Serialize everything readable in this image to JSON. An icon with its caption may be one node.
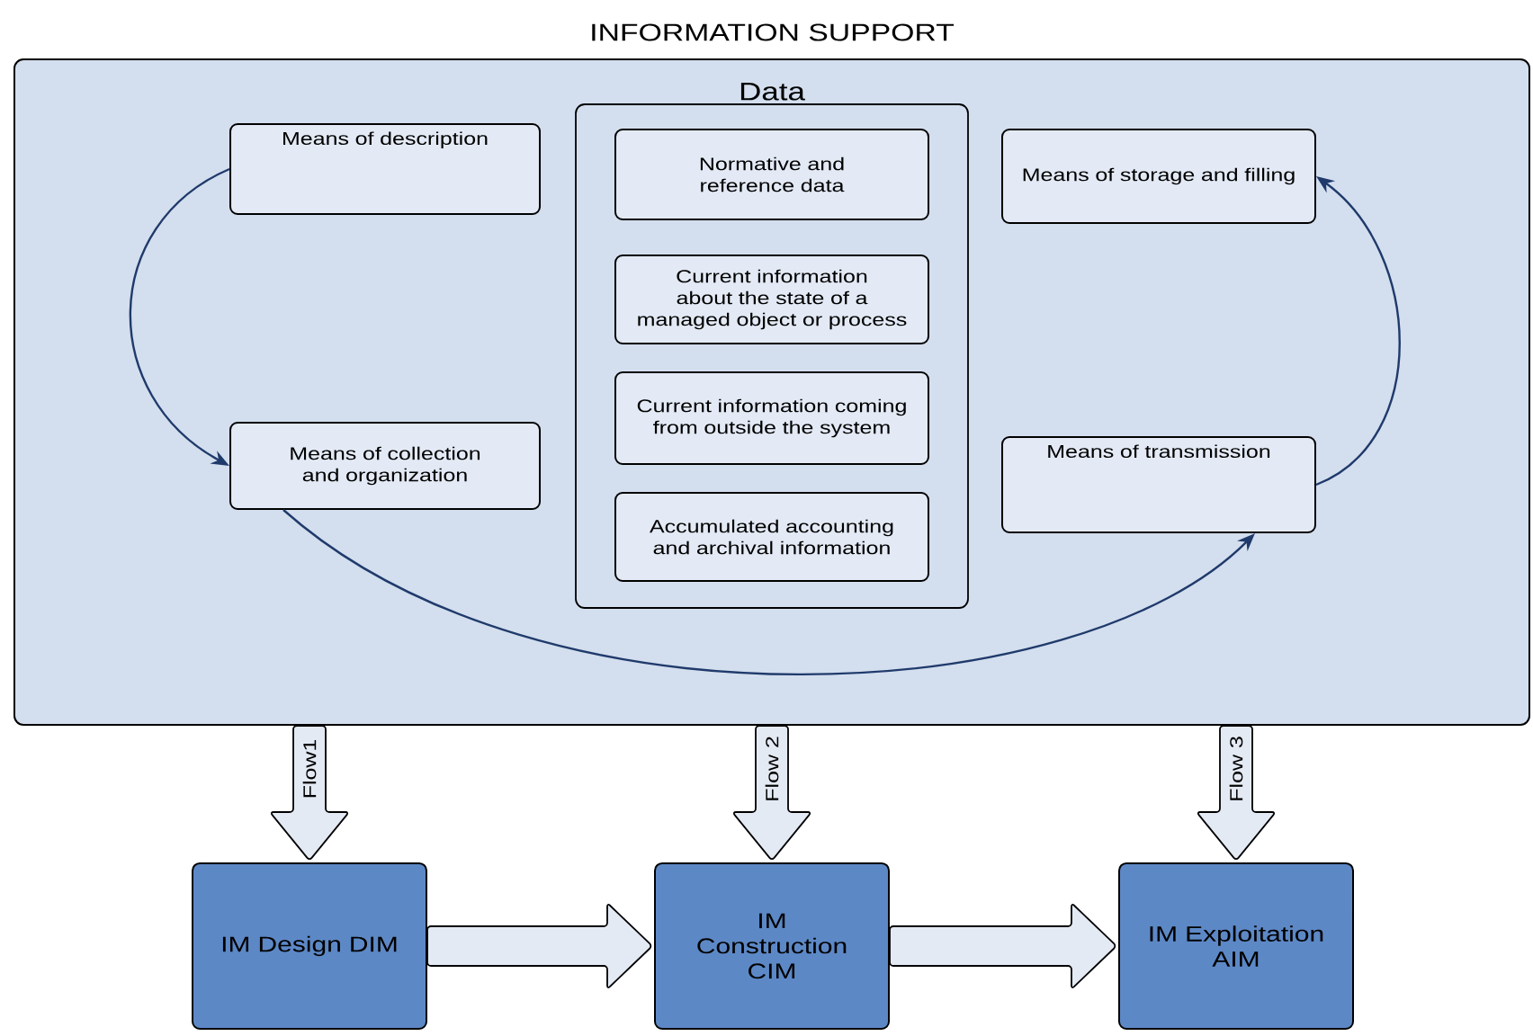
{
  "diagram": {
    "nodes": [
      {
        "text": [
          "INFORMATION SUPPORT"
        ]
      },
      {
        "text": [
          "Means of description"
        ],
        "in": 0
      },
      {
        "text": [
          "Data"
        ],
        "in": 0
      },
      {
        "text": [
          "Normative and reference data"
        ],
        "in": 2
      },
      {
        "text": [
          "Current information about the state of a managed object or process"
        ],
        "in": 2
      },
      {
        "text": [
          "Current information coming from outside the system"
        ],
        "in": 2
      },
      {
        "text": [
          "Accumulated accounting and archival information"
        ],
        "in": 2
      },
      {
        "text": [
          "Means of storage and filling"
        ],
        "in": 0
      },
      {
        "text": [
          "Means of collection and organization"
        ],
        "in": 0
      },
      {
        "text": [
          "Means of transmission"
        ],
        "in": 0
      },
      {
        "text": [
          "IM Design DIM"
        ]
      },
      {
        "text": [
          "IM Construction CIM"
        ]
      },
      {
        "text": [
          "IM Exploitation AIM"
        ]
      }
    ],
    "edges": [
      {
        "from": 1,
        "to": 8,
        "arrow": "to",
        "color": "#1f3a6b"
      },
      {
        "from": 8,
        "to": 9,
        "arrow": "to",
        "color": "#1f3a6b"
      },
      {
        "from": 9,
        "to": 7,
        "arrow": "to",
        "color": "#1f3a6b"
      },
      {
        "from": 0,
        "to": 10,
        "arrow": "to",
        "style": "thick",
        "label": "Flow1"
      },
      {
        "from": 0,
        "to": 11,
        "arrow": "to",
        "style": "thick",
        "label": "Flow 2"
      },
      {
        "from": 0,
        "to": 12,
        "arrow": "to",
        "style": "thick",
        "label": "Flow 3"
      },
      {
        "from": 10,
        "to": 11,
        "arrow": "to",
        "style": "thick"
      },
      {
        "from": 11,
        "to": 12,
        "arrow": "to",
        "style": "thick"
      }
    ]
  }
}
